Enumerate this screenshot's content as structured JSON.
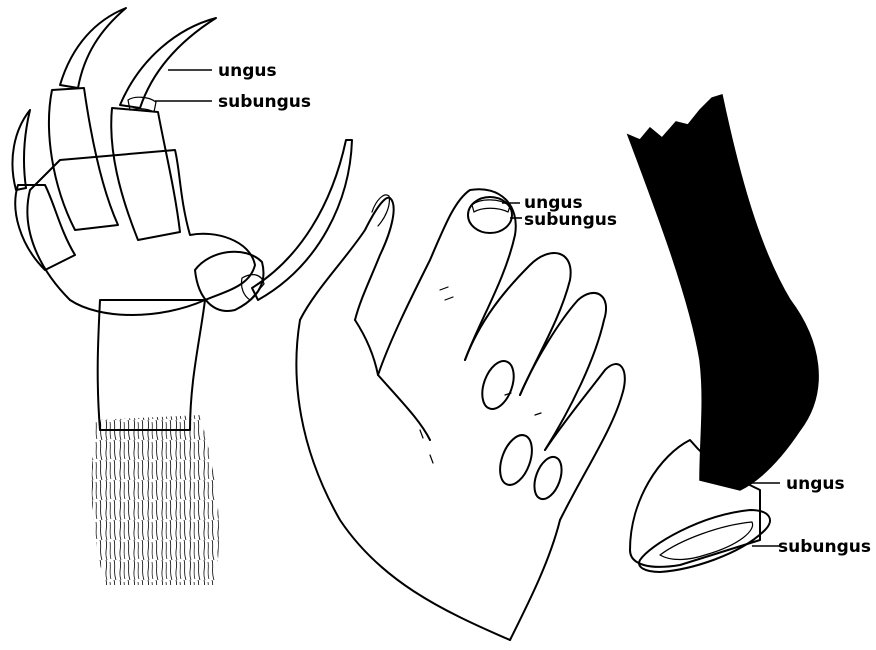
{
  "labels": {
    "claw_ungus": "ungus",
    "claw_subungus": "subungus",
    "nail_ungus": "ungus",
    "nail_subungus": "subungus",
    "hoof_ungus": "ungus",
    "hoof_subungus": "subungus"
  },
  "colors": {
    "ink": "#000000",
    "paper": "#ffffff",
    "hoof_stipple": "#d9d9d9"
  }
}
